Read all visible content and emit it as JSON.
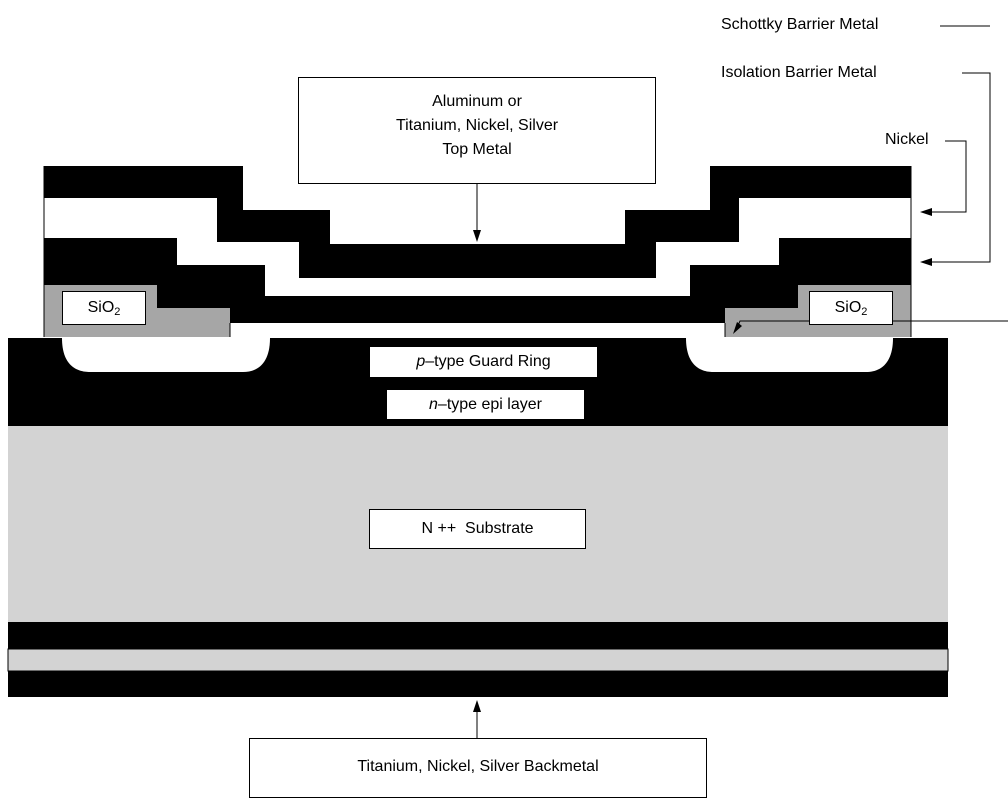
{
  "layers": {
    "top_metal_lines": [
      "Aluminum or",
      "Titanium, Nickel, Silver",
      "Top Metal"
    ],
    "schottky_barrier_metal": "Schottky Barrier Metal",
    "isolation_barrier_metal": "Isolation Barrier Metal",
    "nickel": "Nickel",
    "oxide_base": "SiO",
    "oxide_sub": "2",
    "guard_ring_prefix": "p",
    "guard_ring_rest": "–type Guard Ring",
    "epi_prefix": "n",
    "epi_rest": "–type epi layer",
    "substrate": "N ++  Substrate",
    "backmetal": "Titanium, Nickel, Silver Backmetal"
  },
  "colors": {
    "metal": "#000000",
    "oxide": "#a6a6a6",
    "substrate": "#d3d3d3",
    "background": "#ffffff"
  }
}
